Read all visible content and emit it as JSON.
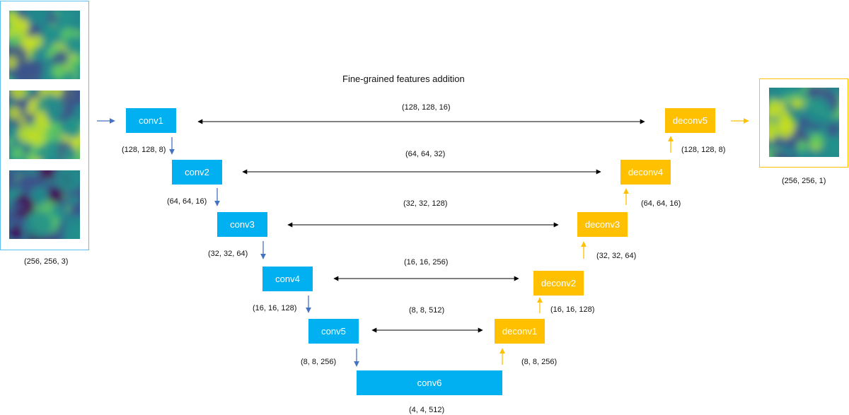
{
  "title": "Fine-grained features addition",
  "input": {
    "shape": "(256, 256, 3)",
    "frame_color": "#5bc0eb"
  },
  "output": {
    "shape": "(256, 256, 1)",
    "frame_color": "#ffc000"
  },
  "colors": {
    "encoder": "#00b0f0",
    "decoder": "#ffc000",
    "down_arrow": "#4472c4",
    "up_arrow": "#ffc000",
    "skip_arrow": "#000000"
  },
  "encoder": [
    {
      "label": "conv1",
      "out_shape": "(128, 128, 8)"
    },
    {
      "label": "conv2",
      "out_shape": "(64, 64, 16)"
    },
    {
      "label": "conv3",
      "out_shape": "(32, 32, 64)"
    },
    {
      "label": "conv4",
      "out_shape": "(16, 16, 128)"
    },
    {
      "label": "conv5",
      "out_shape": "(8, 8, 256)"
    }
  ],
  "bottleneck": {
    "label": "conv6",
    "out_shape": "(4, 4, 512)"
  },
  "decoder": [
    {
      "label": "deconv1",
      "out_shape": "(16, 16, 128)"
    },
    {
      "label": "deconv2",
      "out_shape": "(32, 32, 64)"
    },
    {
      "label": "deconv3",
      "out_shape": "(64, 64, 16)"
    },
    {
      "label": "deconv4",
      "out_shape": "(128, 128, 8)"
    },
    {
      "label": "deconv5",
      "out_shape": ""
    }
  ],
  "decoder_input_shape": "(8, 8, 256)",
  "skips": [
    {
      "shape": "(128, 128, 16)"
    },
    {
      "shape": "(64, 64, 32)"
    },
    {
      "shape": "(32, 32, 128)"
    },
    {
      "shape": "(16, 16, 256)"
    },
    {
      "shape": "(8, 8, 512)"
    }
  ]
}
